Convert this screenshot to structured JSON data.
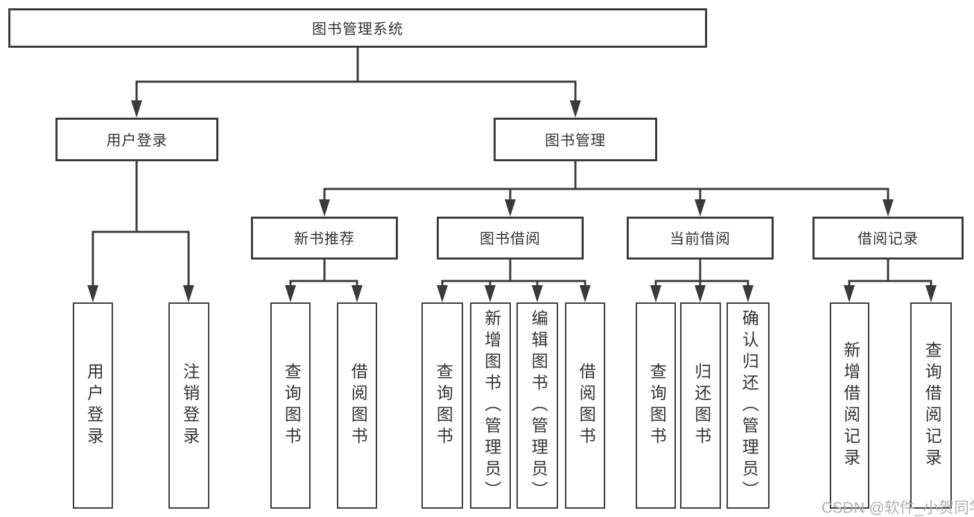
{
  "diagram": {
    "root": {
      "label": "图书管理系统"
    },
    "level2": [
      {
        "label": "用户登录"
      },
      {
        "label": "图书管理"
      }
    ],
    "level3": [
      {
        "label": "新书推荐"
      },
      {
        "label": "图书借阅"
      },
      {
        "label": "当前借阅"
      },
      {
        "label": "借阅记录"
      }
    ],
    "leaves": {
      "user": [
        "用户登录",
        "注销登录"
      ],
      "recommend": [
        "查询图书",
        "借阅图书"
      ],
      "borrow": [
        "查询图书",
        "新增图书（管理员）",
        "编辑图书（管理员）",
        "借阅图书"
      ],
      "current": [
        "查询图书",
        "归还图书",
        "确认归还（管理员）"
      ],
      "records": [
        "新增借阅记录",
        "查询借阅记录"
      ]
    }
  },
  "colors": {
    "line": "#3a3a3a",
    "box_border": "#3a3a3a",
    "text": "#333333",
    "watermark": "#b0b0b0"
  },
  "watermark": {
    "text": "CSDN @软件_小贺同学"
  }
}
